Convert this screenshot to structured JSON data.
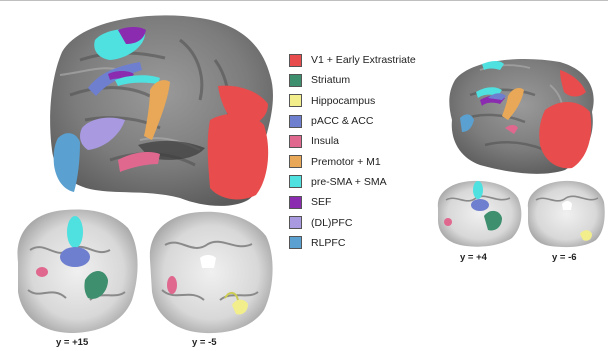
{
  "legend": [
    {
      "label": "V1 + Early Extrastriate",
      "color": "#e84c4c"
    },
    {
      "label": "Striatum",
      "color": "#3d8f6e"
    },
    {
      "label": "Hippocampus",
      "color": "#f2ee8c"
    },
    {
      "label": "pACC & ACC",
      "color": "#6f7fd0"
    },
    {
      "label": "Insula",
      "color": "#e0688f"
    },
    {
      "label": "Premotor + M1",
      "color": "#e8a858"
    },
    {
      "label": "pre-SMA + SMA",
      "color": "#4fe0e0"
    },
    {
      "label": "SEF",
      "color": "#8a2bb0"
    },
    {
      "label": "(DL)PFC",
      "color": "#a899e0"
    },
    {
      "label": "RLPFC",
      "color": "#5aa0d0"
    }
  ],
  "slices": [
    {
      "caption": "y = +15"
    },
    {
      "caption": "y = -5"
    },
    {
      "caption": "y = +4"
    },
    {
      "caption": "y = -6"
    }
  ]
}
